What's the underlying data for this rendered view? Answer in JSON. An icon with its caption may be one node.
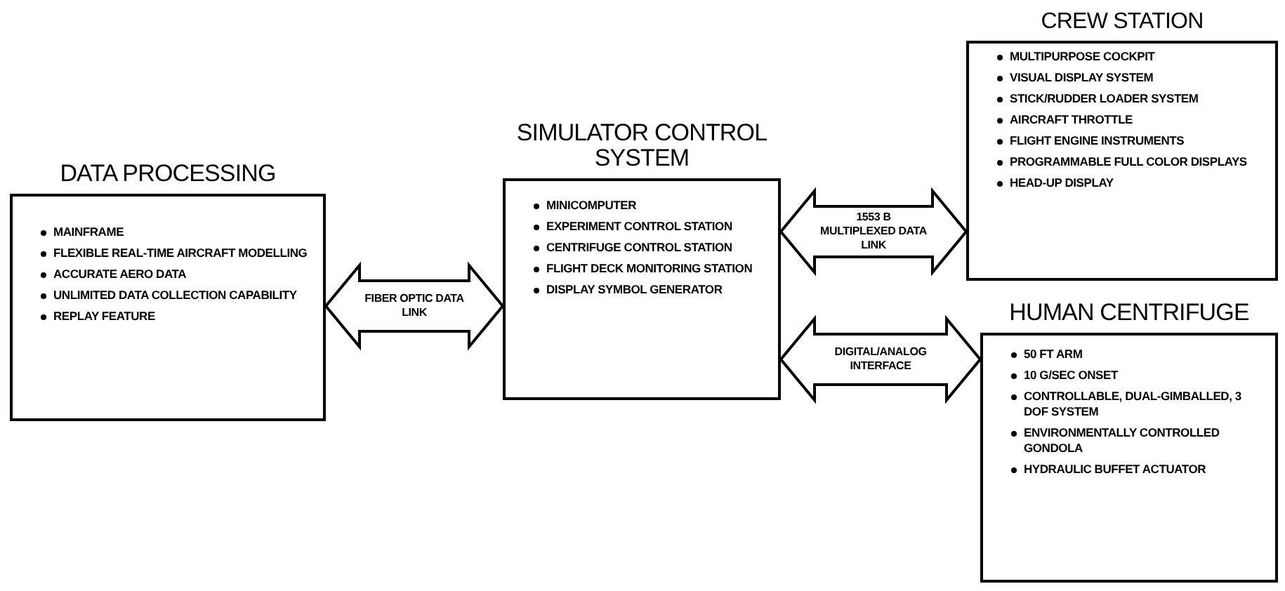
{
  "diagram": {
    "nodes": [
      {
        "text": [
          "DATA PROCESSING",
          "MAINFRAME",
          "FLEXIBLE REAL-TIME AIRCRAFT MODELLING",
          "ACCURATE AERO DATA",
          "UNLIMITED DATA COLLECTION CAPABILITY",
          "REPLAY FEATURE"
        ]
      },
      {
        "text": [
          "SIMULATOR CONTROL SYSTEM",
          "MINICOMPUTER",
          "EXPERIMENT CONTROL STATION",
          "CENTRIFUGE CONTROL STATION",
          "FLIGHT DECK MONITORING STATION",
          "DISPLAY SYMBOL GENERATOR"
        ]
      },
      {
        "text": [
          "CREW STATION",
          "MULTIPURPOSE COCKPIT",
          "VISUAL DISPLAY SYSTEM",
          "STICK/RUDDER LOADER SYSTEM",
          "AIRCRAFT THROTTLE",
          "FLIGHT ENGINE INSTRUMENTS",
          "PROGRAMMABLE FULL COLOR DISPLAYS",
          "HEAD-UP DISPLAY"
        ]
      },
      {
        "text": [
          "HUMAN CENTRIFUGE",
          "50 FT ARM",
          "10 G/SEC ONSET",
          "CONTROLLABLE, DUAL-GIMBALLED, 3 DOF SYSTEM",
          "ENVIRONMENTALLY CONTROLLED GONDOLA",
          "HYDRAULIC BUFFET ACTUATOR"
        ]
      }
    ],
    "edges": [
      {
        "from": 0,
        "to": 1,
        "arrow": "both",
        "label": "FIBER OPTIC DATA LINK"
      },
      {
        "from": 1,
        "to": 2,
        "arrow": "both",
        "label": "1553 B MULTIPLEXED DATA LINK"
      },
      {
        "from": 1,
        "to": 3,
        "arrow": "both",
        "label": "DIGITAL/ANALOG INTERFACE"
      }
    ]
  }
}
